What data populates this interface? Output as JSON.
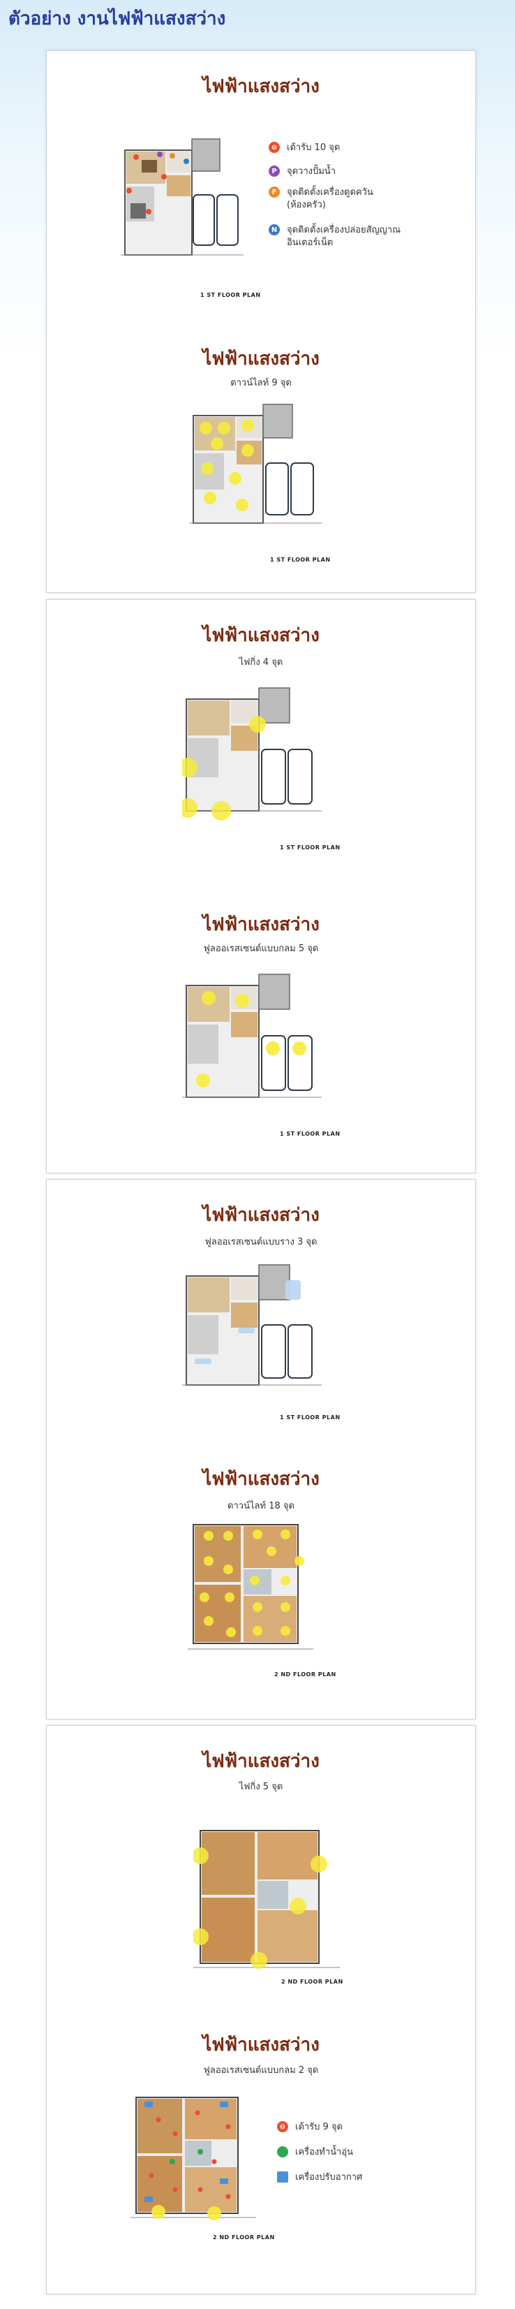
{
  "page_title": "ตัวอย่าง งานไฟฟ้าแสงสว่าง",
  "floor_labels": {
    "first": "1 ST FLOOR PLAN",
    "second": "2 ND FLOOR PLAN"
  },
  "sections": [
    {
      "title": "ไฟฟ้าแสงสว่าง",
      "subtitle": "",
      "legend": [
        {
          "icon": "outlet-icon",
          "color": "#e8502e",
          "text": "เต้ารับ 10 จุด"
        },
        {
          "icon": "water-point-icon",
          "color": "#8b4fb5",
          "text": "จุดวางปั้มน้ำ"
        },
        {
          "icon": "hood-outlet-icon",
          "color": "#e88a2e",
          "text": "จุดติดตั้งเครื่องดูดควัน (ห้องครัว)"
        },
        {
          "icon": "internet-outlet-icon",
          "color": "#3a7ac0",
          "text": "จุดติดตั้งเครื่องปล่อยสัญญาณอินเตอร์เน็ต"
        }
      ]
    },
    {
      "title": "ไฟฟ้าแสงสว่าง",
      "subtitle": "ดาวน์ไลท์ 9 จุด"
    },
    {
      "title": "ไฟฟ้าแสงสว่าง",
      "subtitle": "ไฟกิ่ง 4 จุด"
    },
    {
      "title": "ไฟฟ้าแสงสว่าง",
      "subtitle": "ฟูลออเรสเซนต์แบบกลม 5 จุด"
    },
    {
      "title": "ไฟฟ้าแสงสว่าง",
      "subtitle": "ฟูลออเรสเซนต์แบบราง 3 จุด"
    },
    {
      "title": "ไฟฟ้าแสงสว่าง",
      "subtitle": "ดาวน์ไลท์ 18 จุด"
    },
    {
      "title": "ไฟฟ้าแสงสว่าง",
      "subtitle": "ไฟกิ่ง 5 จุด"
    },
    {
      "title": "ไฟฟ้าแสงสว่าง",
      "subtitle": "ฟูลออเรสเซนต์แบบกลม 2 จุด",
      "legend": [
        {
          "icon": "outlet-icon",
          "color": "#e8502e",
          "text": "เต้ารับ 9 จุด"
        },
        {
          "icon": "water-heater-icon",
          "color": "#2ea84a",
          "text": "เครื่องทำน้ำอุ่น"
        },
        {
          "icon": "air-conditioner-icon",
          "color": "#4a90d9",
          "text": "เครื่องปรับอากาศ"
        }
      ]
    }
  ]
}
